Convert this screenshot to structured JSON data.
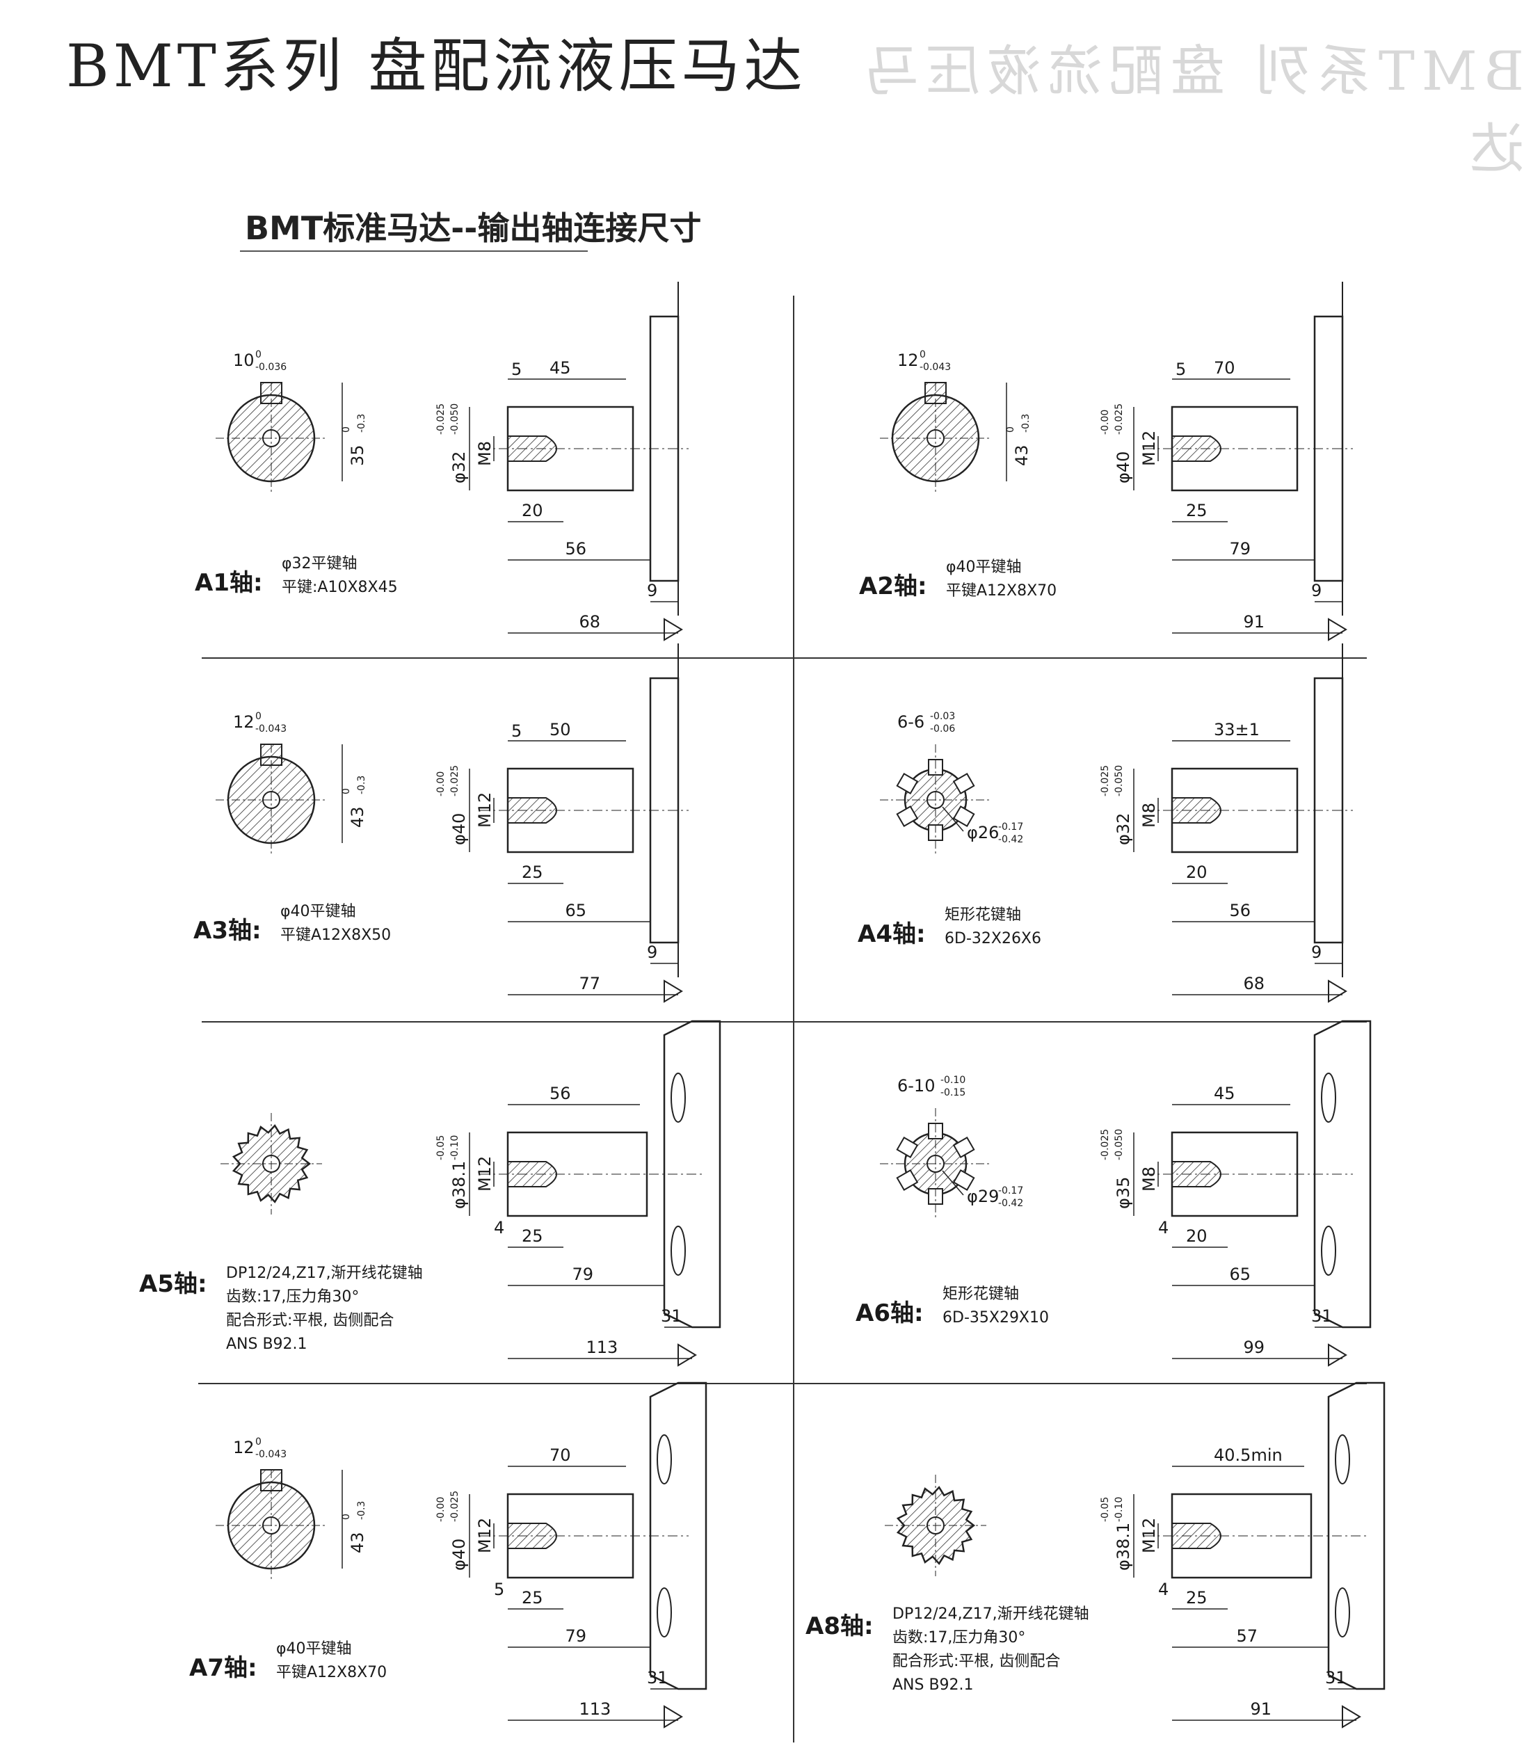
{
  "header": {
    "title": "BMT系列 盘配流液压马达",
    "subtitle": "BMT标准马达--输出轴连接尺寸"
  },
  "shafts": [
    {
      "label": "A1轴:",
      "spec_lines": [
        "φ32平键轴",
        "平键:A10X8X45"
      ],
      "section_dims": {
        "key_width": "10",
        "key_tol_upper": "0",
        "key_tol_lower": "-0.036",
        "height": "35",
        "height_tol_upper": "0",
        "height_tol_lower": "-0.3"
      },
      "side_dims": {
        "diameter": "φ32",
        "dia_tol_upper": "-0.025",
        "dia_tol_lower": "-0.050",
        "thread": "M8",
        "d_a": "5",
        "d_b": "45",
        "d_c": "20",
        "d_d": "56",
        "d_e": "9",
        "d_f": "68"
      }
    },
    {
      "label": "A2轴:",
      "spec_lines": [
        "φ40平键轴",
        "平键A12X8X70"
      ],
      "section_dims": {
        "key_width": "12",
        "key_tol_upper": "0",
        "key_tol_lower": "-0.043",
        "height": "43",
        "height_tol_upper": "0",
        "height_tol_lower": "-0.3"
      },
      "side_dims": {
        "diameter": "φ40",
        "dia_tol_upper": "-0.00",
        "dia_tol_lower": "-0.025",
        "thread": "M12",
        "d_a": "5",
        "d_b": "70",
        "d_c": "25",
        "d_d": "79",
        "d_e": "9",
        "d_f": "91"
      }
    },
    {
      "label": "A3轴:",
      "spec_lines": [
        "φ40平键轴",
        "平键A12X8X50"
      ],
      "section_dims": {
        "key_width": "12",
        "key_tol_upper": "0",
        "key_tol_lower": "-0.043",
        "height": "43",
        "height_tol_upper": "0",
        "height_tol_lower": "-0.3"
      },
      "side_dims": {
        "diameter": "φ40",
        "dia_tol_upper": "-0.00",
        "dia_tol_lower": "-0.025",
        "thread": "M12",
        "d_a": "5",
        "d_b": "50",
        "d_c": "25",
        "d_d": "65",
        "d_e": "9",
        "d_f": "77"
      }
    },
    {
      "label": "A4轴:",
      "spec_lines": [
        "矩形花键轴",
        "6D-32X26X6"
      ],
      "section_dims": {
        "key_width": "6-6",
        "key_tol_upper": "-0.03",
        "key_tol_lower": "-0.06",
        "height": "φ26",
        "height_tol_upper": "-0.17",
        "height_tol_lower": "-0.42"
      },
      "side_dims": {
        "diameter": "φ32",
        "dia_tol_upper": "-0.025",
        "dia_tol_lower": "-0.050",
        "thread": "M8",
        "d_a": "",
        "d_b": "33±1",
        "d_c": "20",
        "d_d": "56",
        "d_e": "9",
        "d_f": "68"
      }
    },
    {
      "label": "A5轴:",
      "spec_lines": [
        "DP12/24,Z17,渐开线花键轴",
        "齿数:17,压力角30°",
        "配合形式:平根, 齿侧配合",
        "ANS   B92.1"
      ],
      "section_dims": {
        "key_width": "",
        "key_tol_upper": "",
        "key_tol_lower": "",
        "height": "",
        "height_tol_upper": "",
        "height_tol_lower": ""
      },
      "side_dims": {
        "diameter": "φ38.1",
        "dia_tol_upper": "-0.05",
        "dia_tol_lower": "-0.10",
        "thread": "M12",
        "d_a": "4",
        "d_b": "56",
        "d_c": "25",
        "d_d": "79",
        "d_e": "31",
        "d_f": "113"
      }
    },
    {
      "label": "A6轴:",
      "spec_lines": [
        "矩形花键轴",
        "6D-35X29X10"
      ],
      "section_dims": {
        "key_width": "6-10",
        "key_tol_upper": "-0.10",
        "key_tol_lower": "-0.15",
        "height": "φ29",
        "height_tol_upper": "-0.17",
        "height_tol_lower": "-0.42"
      },
      "side_dims": {
        "diameter": "φ35",
        "dia_tol_upper": "-0.025",
        "dia_tol_lower": "-0.050",
        "thread": "M8",
        "d_a": "4",
        "d_b": "45",
        "d_c": "20",
        "d_d": "65",
        "d_e": "31",
        "d_f": "99"
      }
    },
    {
      "label": "A7轴:",
      "spec_lines": [
        "φ40平键轴",
        "平键A12X8X70"
      ],
      "section_dims": {
        "key_width": "12",
        "key_tol_upper": "0",
        "key_tol_lower": "-0.043",
        "height": "43",
        "height_tol_upper": "0",
        "height_tol_lower": "-0.3"
      },
      "side_dims": {
        "diameter": "φ40",
        "dia_tol_upper": "-0.00",
        "dia_tol_lower": "-0.025",
        "thread": "M12",
        "d_a": "5",
        "d_b": "70",
        "d_c": "25",
        "d_d": "79",
        "d_e": "31",
        "d_f": "113"
      }
    },
    {
      "label": "A8轴:",
      "spec_lines": [
        "DP12/24,Z17,渐开线花键轴",
        "齿数:17,压力角30°",
        "配合形式:平根, 齿侧配合",
        "ANS   B92.1"
      ],
      "section_dims": {
        "key_width": "",
        "key_tol_upper": "",
        "key_tol_lower": "",
        "height": "",
        "height_tol_upper": "",
        "height_tol_lower": ""
      },
      "side_dims": {
        "diameter": "φ38.1",
        "dia_tol_upper": "-0.05",
        "dia_tol_lower": "-0.10",
        "thread": "M12",
        "d_a": "4",
        "d_b": "40.5min",
        "d_c": "25",
        "d_d": "57",
        "d_e": "31",
        "d_f": "91"
      }
    }
  ]
}
